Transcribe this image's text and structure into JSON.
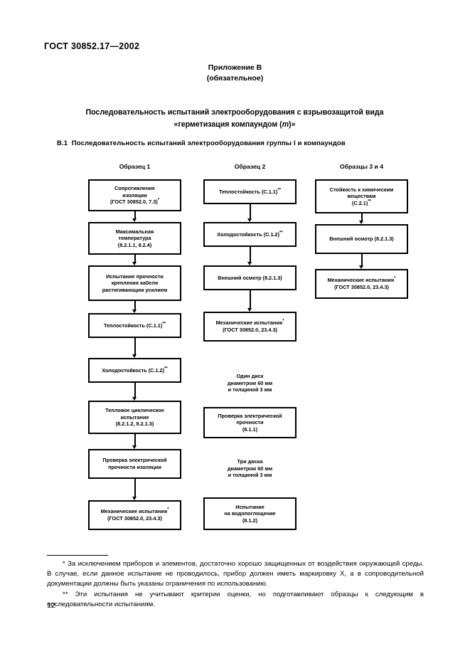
{
  "document": {
    "standard_id": "ГОСТ 30852.17—2002",
    "page_number": "12"
  },
  "annex": {
    "title": "Приложение В",
    "subtitle": "(обязательное)"
  },
  "main_title": {
    "line1": "Последовательность испытаний электрооборудования с взрывозащитой вида",
    "line2_before": "«герметизация компаундом (",
    "line2_italic": "m",
    "line2_after": ")»"
  },
  "section": {
    "number": "В.1",
    "title": "Последовательность испытаний электрооборудования группы I и компаундов"
  },
  "chart_data": {
    "type": "diagram",
    "title": "Последовательность испытаний электрооборудования группы I и компаундов",
    "columns": [
      {
        "header": "Образец 1",
        "nodes": [
          "Сопротивление\nизоляции\n(ГОСТ 30852.0, 7.3)*",
          "Максимальная\nтемпература\n(8.2.1.1, 8.2.4)",
          "Испытание прочности\nкрепления кабеля\nрастягивающим усилием",
          "Теплостойкость (С.1.1)**",
          "Холодостойкость (С.1.2)**",
          "Тепловое циклическое\nиспытание\n(8.2.1.2, 8.2.1.3)",
          "Проверка электрической\nпрочности изоляции",
          "Механические испытания*\n(ГОСТ 30852.0, 23.4.3)"
        ]
      },
      {
        "header": "Образец 2",
        "nodes": [
          "Теплостойкость (С.1.1)**",
          "Холодостойкость (С.1.2)**",
          "Внешний осмотр (8.2.1.3)",
          "Механические испытания*\n(ГОСТ 30852.0, 23.4.3)"
        ],
        "extra": [
          {
            "kind": "note",
            "text": "Один диск\nдиаметром 60 мм\nи толщиной 3 мм"
          },
          {
            "kind": "node",
            "text": "Проверка электрической\nпрочности\n(8.1.1)"
          },
          {
            "kind": "note",
            "text": "Три диска\nдиаметром 60 мм\nи толщиной 3 мм"
          },
          {
            "kind": "node",
            "text": "Испытание\nна водопоглощение\n(8.1.2)"
          }
        ]
      },
      {
        "header": "Образцы 3 и 4",
        "nodes": [
          "Стойкость к химическим\nвеществам\n(С.2.1)**",
          "Внешний осмотр (8.2.1.3)",
          "Механические испытания*\n(ГОСТ 30852.0, 23.4.3)"
        ]
      }
    ]
  },
  "footnotes": {
    "note_1": "* За исключением приборов и элементов, достаточно хорошо защищенных от воздействия окружающей среды. В случае, если данное испытание не проводилось, прибор должен иметь маркировку X, а в сопроводительной документации должны быть указаны ограничения по использованию.",
    "note_2": "** Эти испытания не учитывают критерии оценки, но подготавливают образцы к следующим в последовательности испытаниям."
  }
}
